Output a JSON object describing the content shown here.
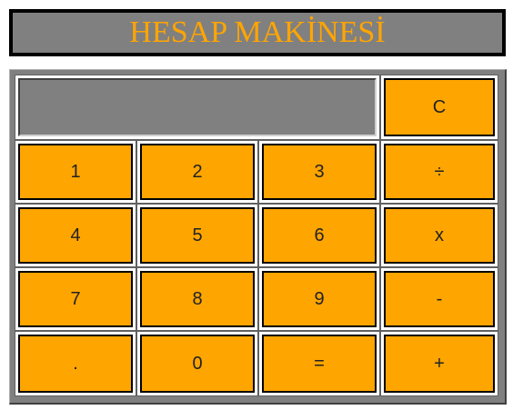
{
  "title": "HESAP MAKİNESİ",
  "display": {
    "value": ""
  },
  "buttons": {
    "clear": "C",
    "one": "1",
    "two": "2",
    "three": "3",
    "divide": "÷",
    "four": "4",
    "five": "5",
    "six": "6",
    "multiply": "x",
    "seven": "7",
    "eight": "8",
    "nine": "9",
    "subtract": "-",
    "decimal": ".",
    "zero": "0",
    "equals": "=",
    "add": "+"
  },
  "colors": {
    "accent": "#ffa500",
    "frame": "#808080",
    "display": "#808080",
    "border": "#000000"
  }
}
